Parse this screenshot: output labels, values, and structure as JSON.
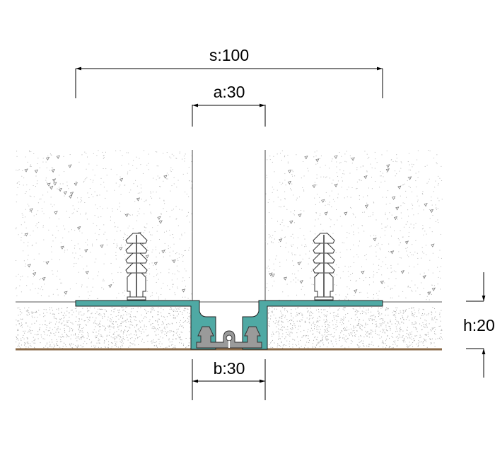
{
  "dimensions": {
    "s": "s:100",
    "a": "a:30",
    "b": "b:30",
    "h": "h:20"
  },
  "colors": {
    "profile": "#4fa9a4",
    "insert": "#9a9a9a",
    "base_line": "#8a6a48"
  }
}
